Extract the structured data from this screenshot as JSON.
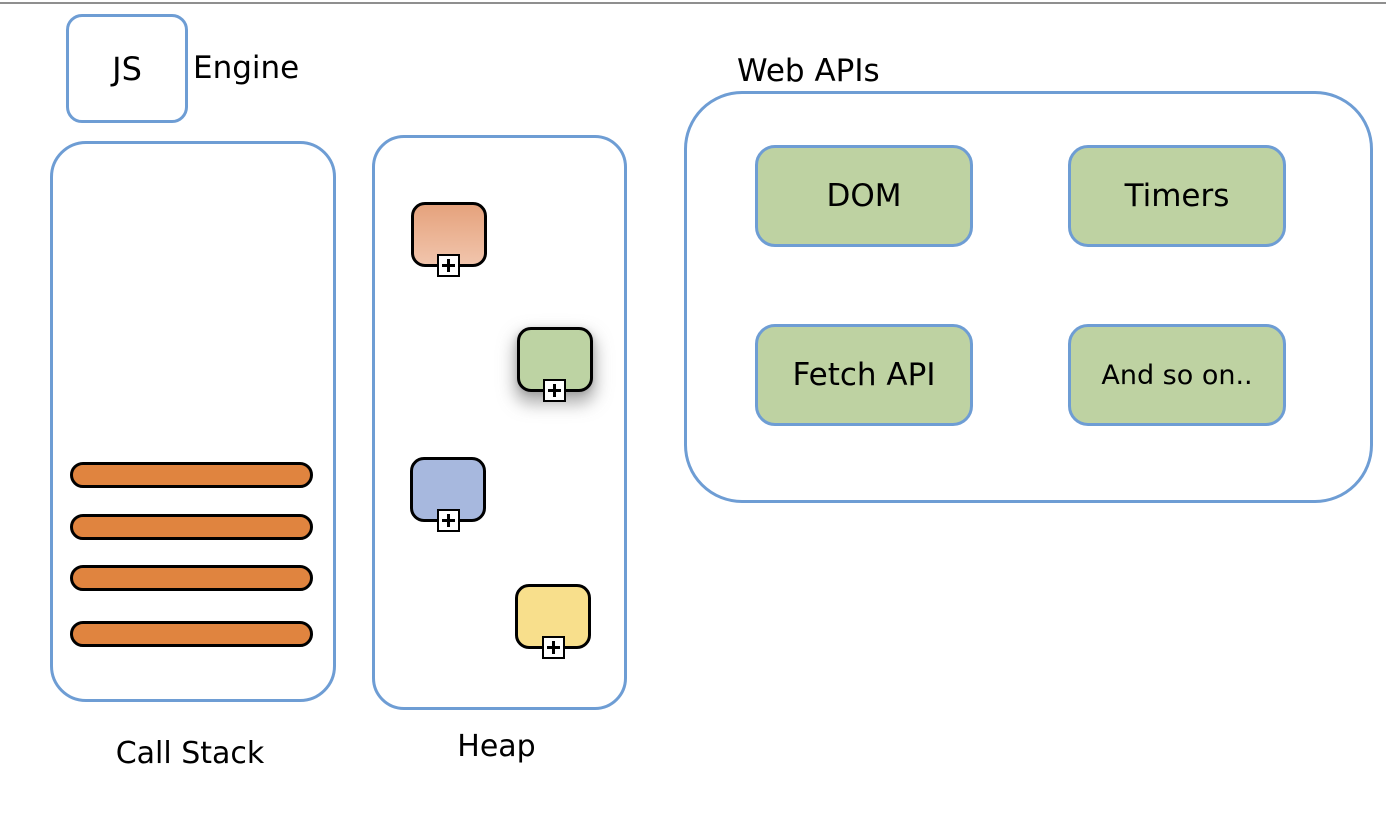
{
  "canvas": {
    "background": "#ffffff",
    "top_edge_color": "#8f8f8f",
    "accent_blue": "#6e9dd4"
  },
  "engine": {
    "js_label": "JS",
    "engine_label": "Engine"
  },
  "call_stack": {
    "label": "Call Stack",
    "frame_count": 4,
    "frame_color": "#e0843f"
  },
  "heap": {
    "label": "Heap",
    "objects": [
      {
        "id": "salmon",
        "color": "#ecae8c",
        "connector_icon": "plus-icon"
      },
      {
        "id": "green",
        "color": "#bdd3a3",
        "connector_icon": "plus-icon"
      },
      {
        "id": "blue",
        "color": "#a7b8de",
        "connector_icon": "plus-icon"
      },
      {
        "id": "yellow",
        "color": "#f8df8c",
        "connector_icon": "plus-icon"
      }
    ]
  },
  "web_apis": {
    "title": "Web APIs",
    "item_fill": "#bed2a2",
    "items": [
      {
        "label": "DOM"
      },
      {
        "label": "Timers"
      },
      {
        "label": "Fetch API"
      },
      {
        "label": "And so on.."
      }
    ]
  }
}
